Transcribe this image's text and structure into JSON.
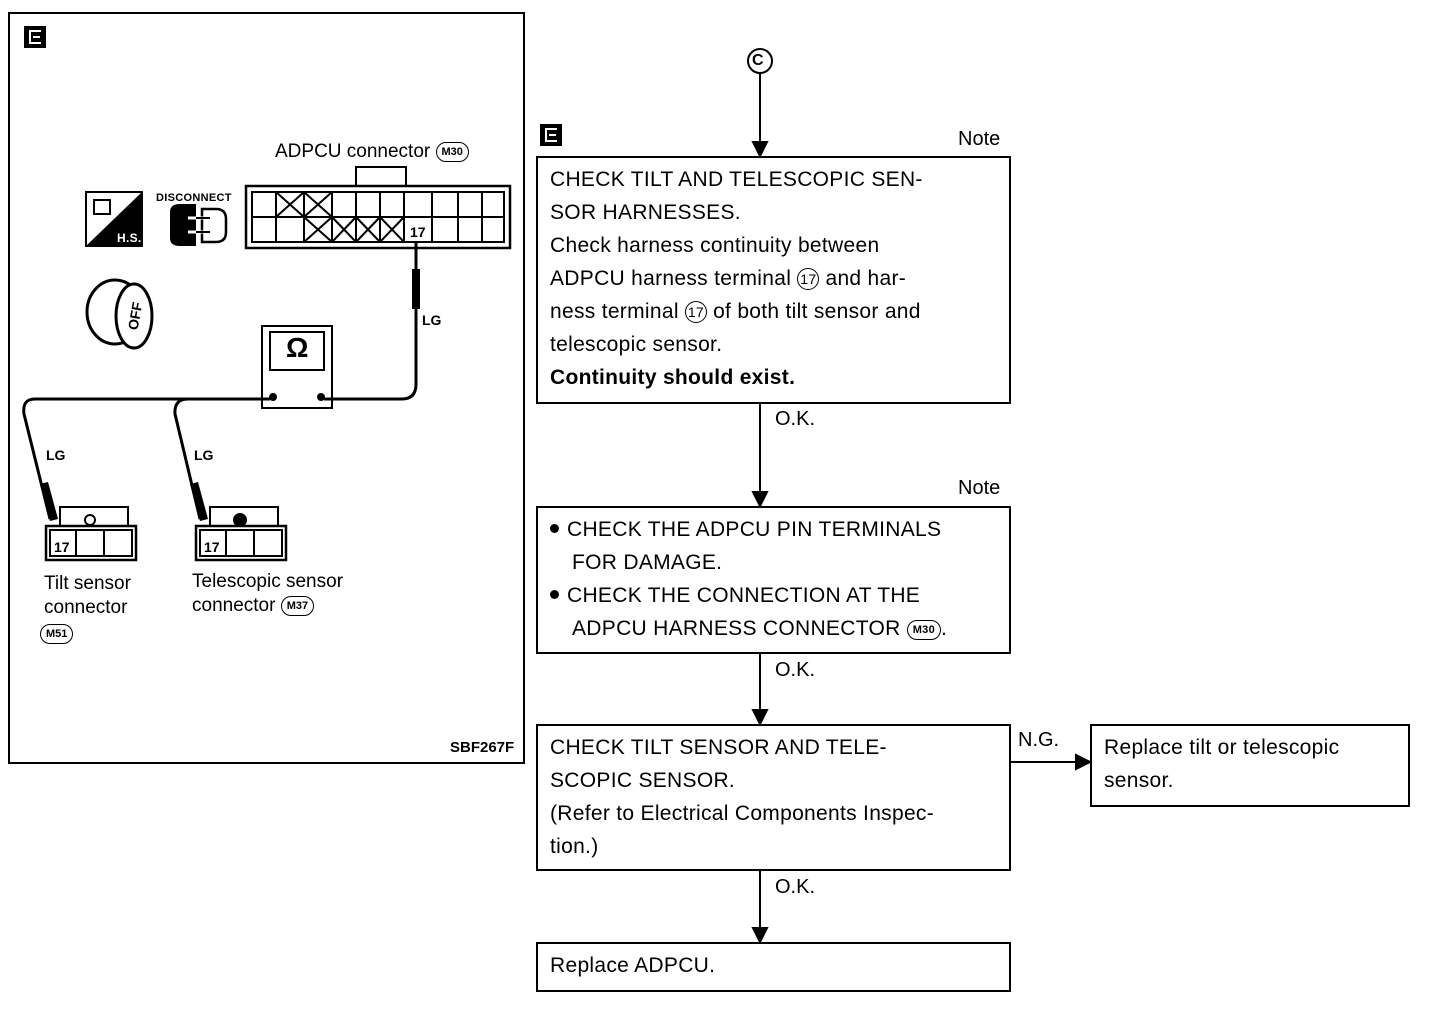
{
  "diagram": {
    "badge_letter": "E",
    "adpcu_connector_label": "ADPCU connector",
    "adpcu_connector_code": "M30",
    "disconnect_label": "DISCONNECT",
    "hs_label": "H.S.",
    "off_label": "OFF",
    "ohm_symbol": "Ω",
    "pin_number": "17",
    "wire_color": "LG",
    "tilt_connector_label_1": "Tilt sensor",
    "tilt_connector_label_2": "connector",
    "tilt_connector_code": "M51",
    "tele_connector_label_1": "Telescopic sensor",
    "tele_connector_label_2": "connector",
    "tele_connector_code": "M37",
    "figure_id": "SBF267F"
  },
  "flow": {
    "connector_symbol": "C",
    "badge_letter": "E",
    "note_label": "Note",
    "ok_label": "O.K.",
    "ng_label": "N.G.",
    "box1": {
      "line1": "CHECK TILT AND TELESCOPIC SEN-",
      "line2": "SOR HARNESSES.",
      "line3": "Check harness continuity between",
      "line4a": "ADPCU harness terminal",
      "terminal": "17",
      "line4b": "and har-",
      "line5a": "ness terminal",
      "line5b": "of both tilt sensor and",
      "line6": "telescopic sensor.",
      "line7": "Continuity should exist."
    },
    "box2": {
      "item1_line1": "CHECK THE ADPCU PIN TERMINALS",
      "item1_line2": "FOR DAMAGE.",
      "item2_line1": "CHECK THE CONNECTION AT THE",
      "item2_line2": "ADPCU HARNESS CONNECTOR",
      "item2_code": "M30",
      "item2_end": "."
    },
    "box3": {
      "line1": "CHECK TILT SENSOR AND TELE-",
      "line2": "SCOPIC SENSOR.",
      "line3": "(Refer to Electrical Components Inspec-",
      "line4": "tion.)"
    },
    "box_ng": {
      "line1": "Replace tilt or telescopic",
      "line2": "sensor."
    },
    "box4": {
      "line1": "Replace ADPCU."
    }
  }
}
